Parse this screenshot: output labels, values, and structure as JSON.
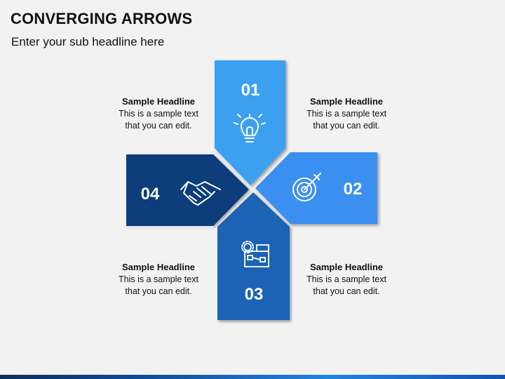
{
  "title": "CONVERGING ARROWS",
  "subtitle": "Enter your sub headline here",
  "colors": {
    "arrow_01": "#3aa0f0",
    "arrow_02": "#3b8ff0",
    "arrow_03": "#1f63b6",
    "arrow_04": "#0a3e7a",
    "background": "#f2f2f2"
  },
  "arrows": [
    {
      "number": "01",
      "icon": "lightbulb-icon"
    },
    {
      "number": "02",
      "icon": "target-icon"
    },
    {
      "number": "03",
      "icon": "gear-flowchart-icon"
    },
    {
      "number": "04",
      "icon": "handshake-icon"
    }
  ],
  "captions": [
    {
      "headline": "Sample Headline",
      "line1": "This is a sample text",
      "line2": "that you can edit."
    },
    {
      "headline": "Sample Headline",
      "line1": "This is a sample text",
      "line2": "that you can edit."
    },
    {
      "headline": "Sample Headline",
      "line1": "This is a sample text",
      "line2": "that you can edit."
    },
    {
      "headline": "Sample Headline",
      "line1": "This is a sample text",
      "line2": "that you can edit."
    }
  ]
}
